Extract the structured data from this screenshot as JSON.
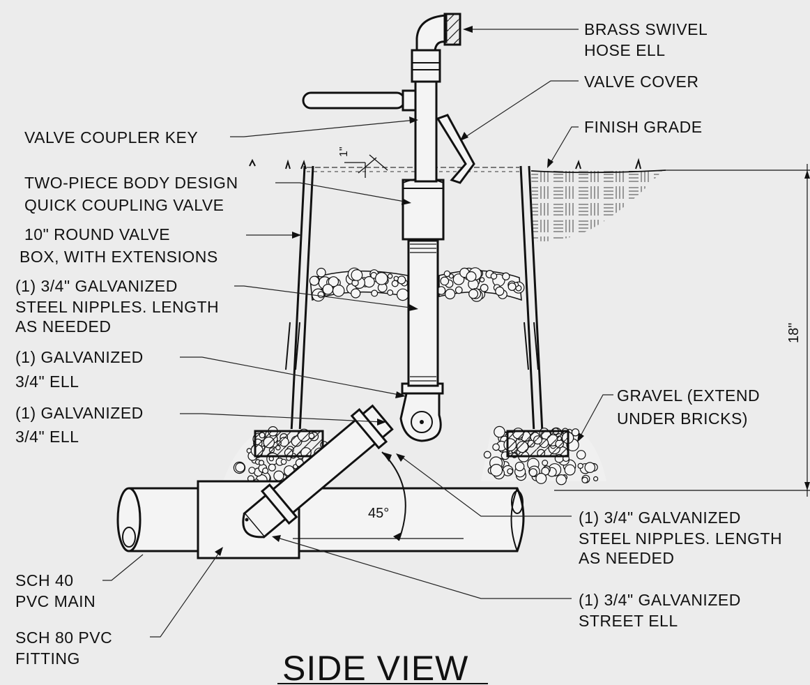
{
  "title": "SIDE VIEW",
  "callouts": {
    "hose_ell": [
      "BRASS SWIVEL",
      "HOSE ELL"
    ],
    "valve_cover": [
      "VALVE COVER"
    ],
    "finish_grade": [
      "FINISH GRADE"
    ],
    "coupler_key": [
      "VALVE COUPLER KEY"
    ],
    "quick_valve": [
      "TWO-PIECE BODY DESIGN",
      "QUICK COUPLING VALVE"
    ],
    "valve_box": [
      "10\" ROUND VALVE",
      "BOX, WITH EXTENSIONS"
    ],
    "nipple_upper": [
      "(1) 3/4\" GALVANIZED",
      "STEEL NIPPLES. LENGTH",
      "AS NEEDED"
    ],
    "ell_upper": [
      "(1) GALVANIZED",
      "3/4\" ELL"
    ],
    "ell_lower": [
      "(1) GALVANIZED",
      "3/4\" ELL"
    ],
    "gravel": [
      "GRAVEL (EXTEND",
      "UNDER BRICKS)"
    ],
    "nipple_lower": [
      "(1) 3/4\" GALVANIZED",
      "STEEL NIPPLES. LENGTH",
      "AS NEEDED"
    ],
    "street_ell": [
      "(1) 3/4\" GALVANIZED",
      "STREET ELL"
    ],
    "pvc_main": [
      "SCH 40",
      "PVC MAIN"
    ],
    "pvc_fitting": [
      "SCH 80 PVC",
      "FITTING"
    ]
  },
  "dimensions": {
    "angle": "45°",
    "depth": "18\"",
    "cover_offset": "1\""
  }
}
